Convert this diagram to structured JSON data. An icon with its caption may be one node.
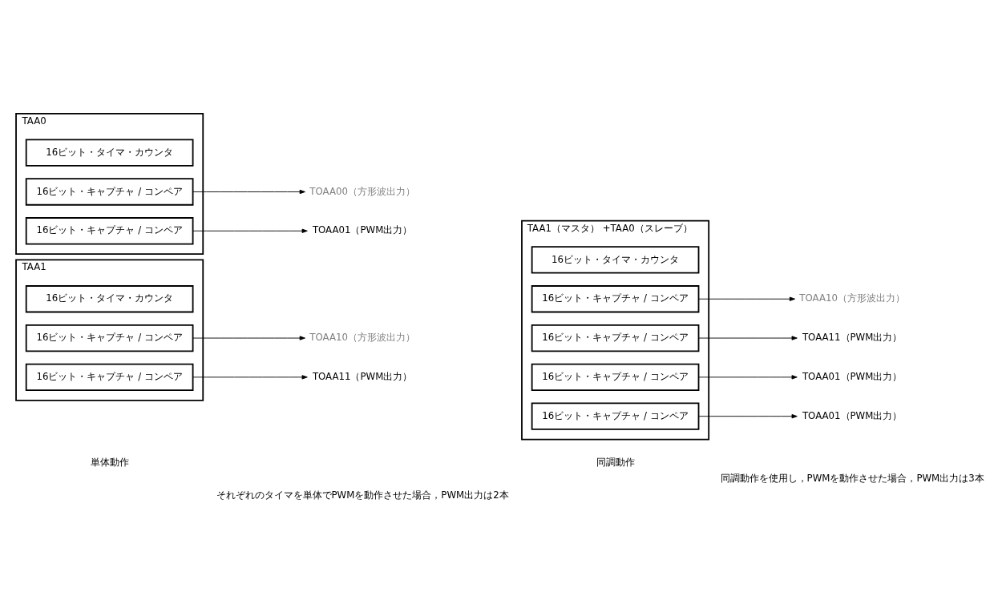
{
  "diagram": {
    "nodes": [
      {
        "text": [
          "TAA1"
        ]
      },
      {
        "text": [
          "16ビット・タイマ・カウンタ"
        ],
        "in": 0
      },
      {
        "text": [
          "16ビット・キャプチャ / コンペア"
        ],
        "in": 0
      },
      {
        "text": [
          "16ビット・キャプチャ / コンペア"
        ],
        "in": 0
      },
      {
        "text": [
          "TAA0"
        ]
      },
      {
        "text": [
          "16ビット・タイマ・カウンタ"
        ],
        "in": 4
      },
      {
        "text": [
          "16ビット・キャプチャ / コンペア"
        ],
        "in": 4
      },
      {
        "text": [
          "16ビット・キャプチャ / コンペア"
        ],
        "in": 4
      },
      {
        "text": [
          "TAA1（マスタ） +TAA0（スレーブ）"
        ]
      },
      {
        "text": [
          "16ビット・タイマ・カウンタ"
        ],
        "in": 8
      },
      {
        "text": [
          "16ビット・キャプチャ / コンペア"
        ],
        "in": 8
      },
      {
        "text": [
          "16ビット・キャプチャ / コンペア"
        ],
        "in": 8
      },
      {
        "text": [
          "16ビット・キャプチャ / コンペア"
        ],
        "in": 8
      },
      {
        "text": [
          "16ビット・キャプチャ / コンペア"
        ],
        "in": 8
      },
      {
        "text": [
          "TOAA10（方形波出力）"
        ]
      },
      {
        "text": [
          "TOAA11（PWM出力）"
        ]
      },
      {
        "text": [
          "TOAA00（方形波出力）"
        ]
      },
      {
        "text": [
          "TOAA01（PWM出力）"
        ]
      },
      {
        "text": [
          "TOAA10（方形波出力）"
        ]
      },
      {
        "text": [
          "TOAA11（PWM出力）"
        ]
      },
      {
        "text": [
          "TOAA01（PWM出力）"
        ]
      },
      {
        "text": [
          "TOAA01（PWM出力）"
        ]
      }
    ],
    "edges": [
      {
        "from": 2,
        "to": 14,
        "arrow": "to"
      },
      {
        "from": 3,
        "to": 15,
        "arrow": "to"
      },
      {
        "from": 6,
        "to": 16,
        "arrow": "to"
      },
      {
        "from": 7,
        "to": 17,
        "arrow": "to"
      },
      {
        "from": 10,
        "to": 18,
        "arrow": "to"
      },
      {
        "from": 11,
        "to": 19,
        "arrow": "to"
      },
      {
        "from": 12,
        "to": 20,
        "arrow": "to"
      },
      {
        "from": 13,
        "to": 21,
        "arrow": "to"
      }
    ],
    "labels": [
      "単体動作",
      "同調動作",
      "それぞれのタイマを単体でPWMを動作させた場合，PWM出力は2本",
      "同調動作を使用し，PWMを動作させた場合，PWM出力は3本"
    ]
  }
}
